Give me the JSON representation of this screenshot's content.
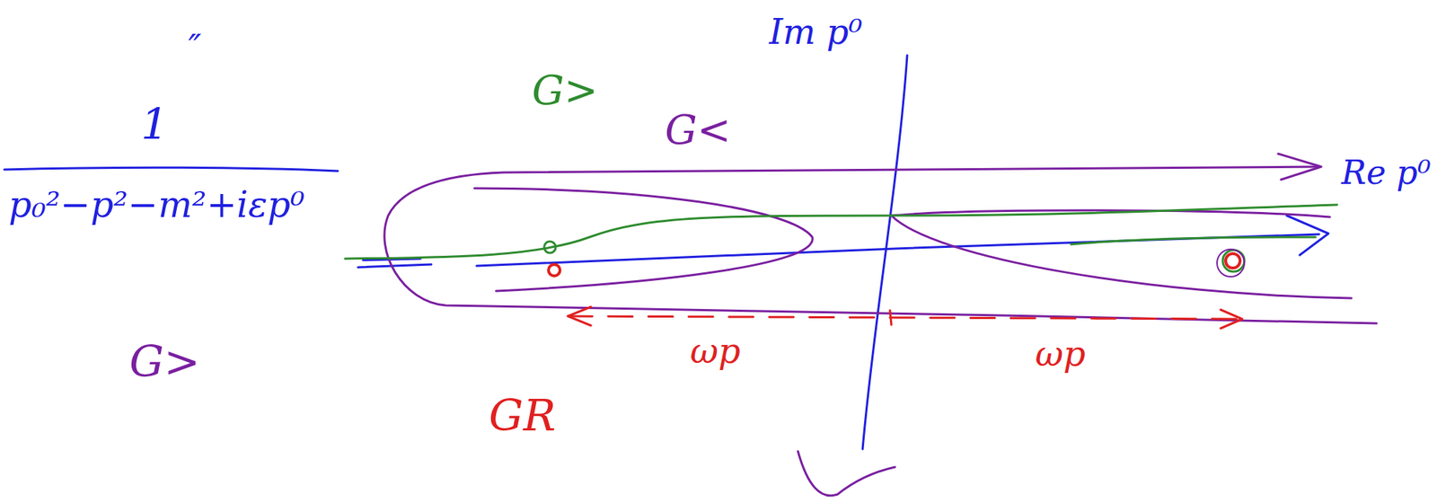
{
  "diagram": {
    "labels": [
      "″",
      "1",
      "p₀²−p²−m²+iεp⁰",
      "G>",
      "G<",
      "G>",
      "GR",
      "Im p⁰",
      "Re p⁰",
      "ωp",
      "ωp"
    ]
  }
}
